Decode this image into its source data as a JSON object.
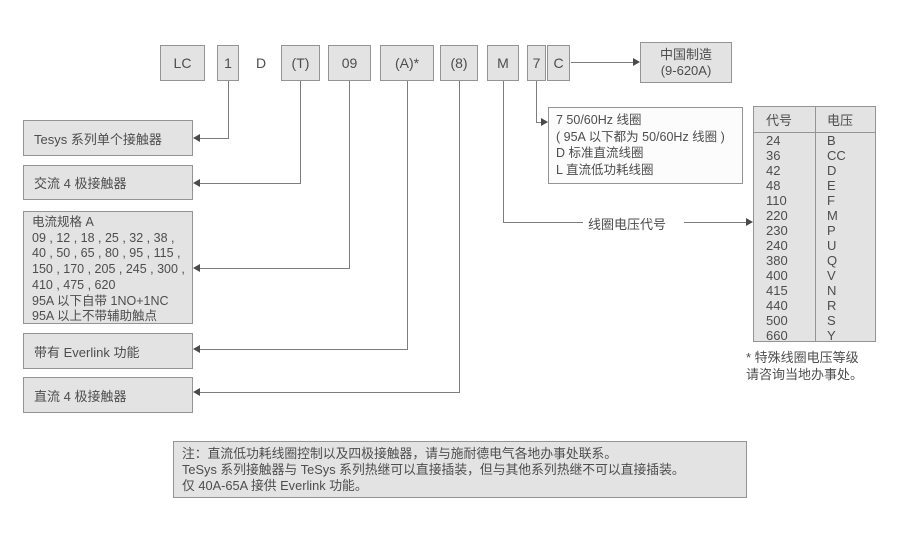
{
  "title": "TeSys 接触器型号代码说明图",
  "colors": {
    "box_fill": "#e3e3e3",
    "box_border": "#949494",
    "line": "#7d7d7d",
    "text": "#4d4d4d"
  },
  "product_code": {
    "segments": [
      {
        "text": "LC"
      },
      {
        "text": "1"
      },
      {
        "text": "D"
      },
      {
        "text": "(T)"
      },
      {
        "text": "09"
      },
      {
        "text": "(A)*"
      },
      {
        "text": "(8)"
      },
      {
        "text": "M"
      },
      {
        "text": "7"
      },
      {
        "text": "C"
      }
    ]
  },
  "made_in": {
    "text": "中国制造\n(9-620A)"
  },
  "callouts": {
    "series": "Tesys 系列单个接触器",
    "ac_4pole": "交流 4 极接触器",
    "current_rating": "电流规格 A\n09 , 12 , 18 , 25 , 32 , 38 ,\n40 , 50 , 65 , 80 , 95 , 115 ,\n150 , 170 , 205 , 245 , 300 ,\n410 , 475 , 620\n95A 以下自带 1NO+1NC\n95A 以上不带辅助触点",
    "everlink": "带有 Everlink 功能",
    "dc_4pole": "直流 4 极接触器",
    "coil_types": "7 50/60Hz 线圈\n( 95A 以下都为 50/60Hz 线圈 )\nD 标准直流线圈\nL 直流低功耗线圈",
    "coil_voltage_code_label": "线圈电压代号",
    "table_footnote": "* 特殊线圈电压等级\n请咨询当地办事处。",
    "bottom_note": "注：直流低功耗线圈控制以及四极接触器，请与施耐德电气各地办事处联系。\nTeSys 系列接触器与 TeSys 系列热继可以直接插装，但与其他系列热继不可以直接插装。\n仅 40A-65A 接供 Everlink 功能。"
  },
  "voltage_table": {
    "headers": [
      "代号",
      "电压"
    ],
    "rows": [
      [
        "24",
        "B"
      ],
      [
        "36",
        "CC"
      ],
      [
        "42",
        "D"
      ],
      [
        "48",
        "E"
      ],
      [
        "110",
        "F"
      ],
      [
        "220",
        "M"
      ],
      [
        "230",
        "P"
      ],
      [
        "240",
        "U"
      ],
      [
        "380",
        "Q"
      ],
      [
        "400",
        "V"
      ],
      [
        "415",
        "N"
      ],
      [
        "440",
        "R"
      ],
      [
        "500",
        "S"
      ],
      [
        "660",
        "Y"
      ]
    ]
  }
}
